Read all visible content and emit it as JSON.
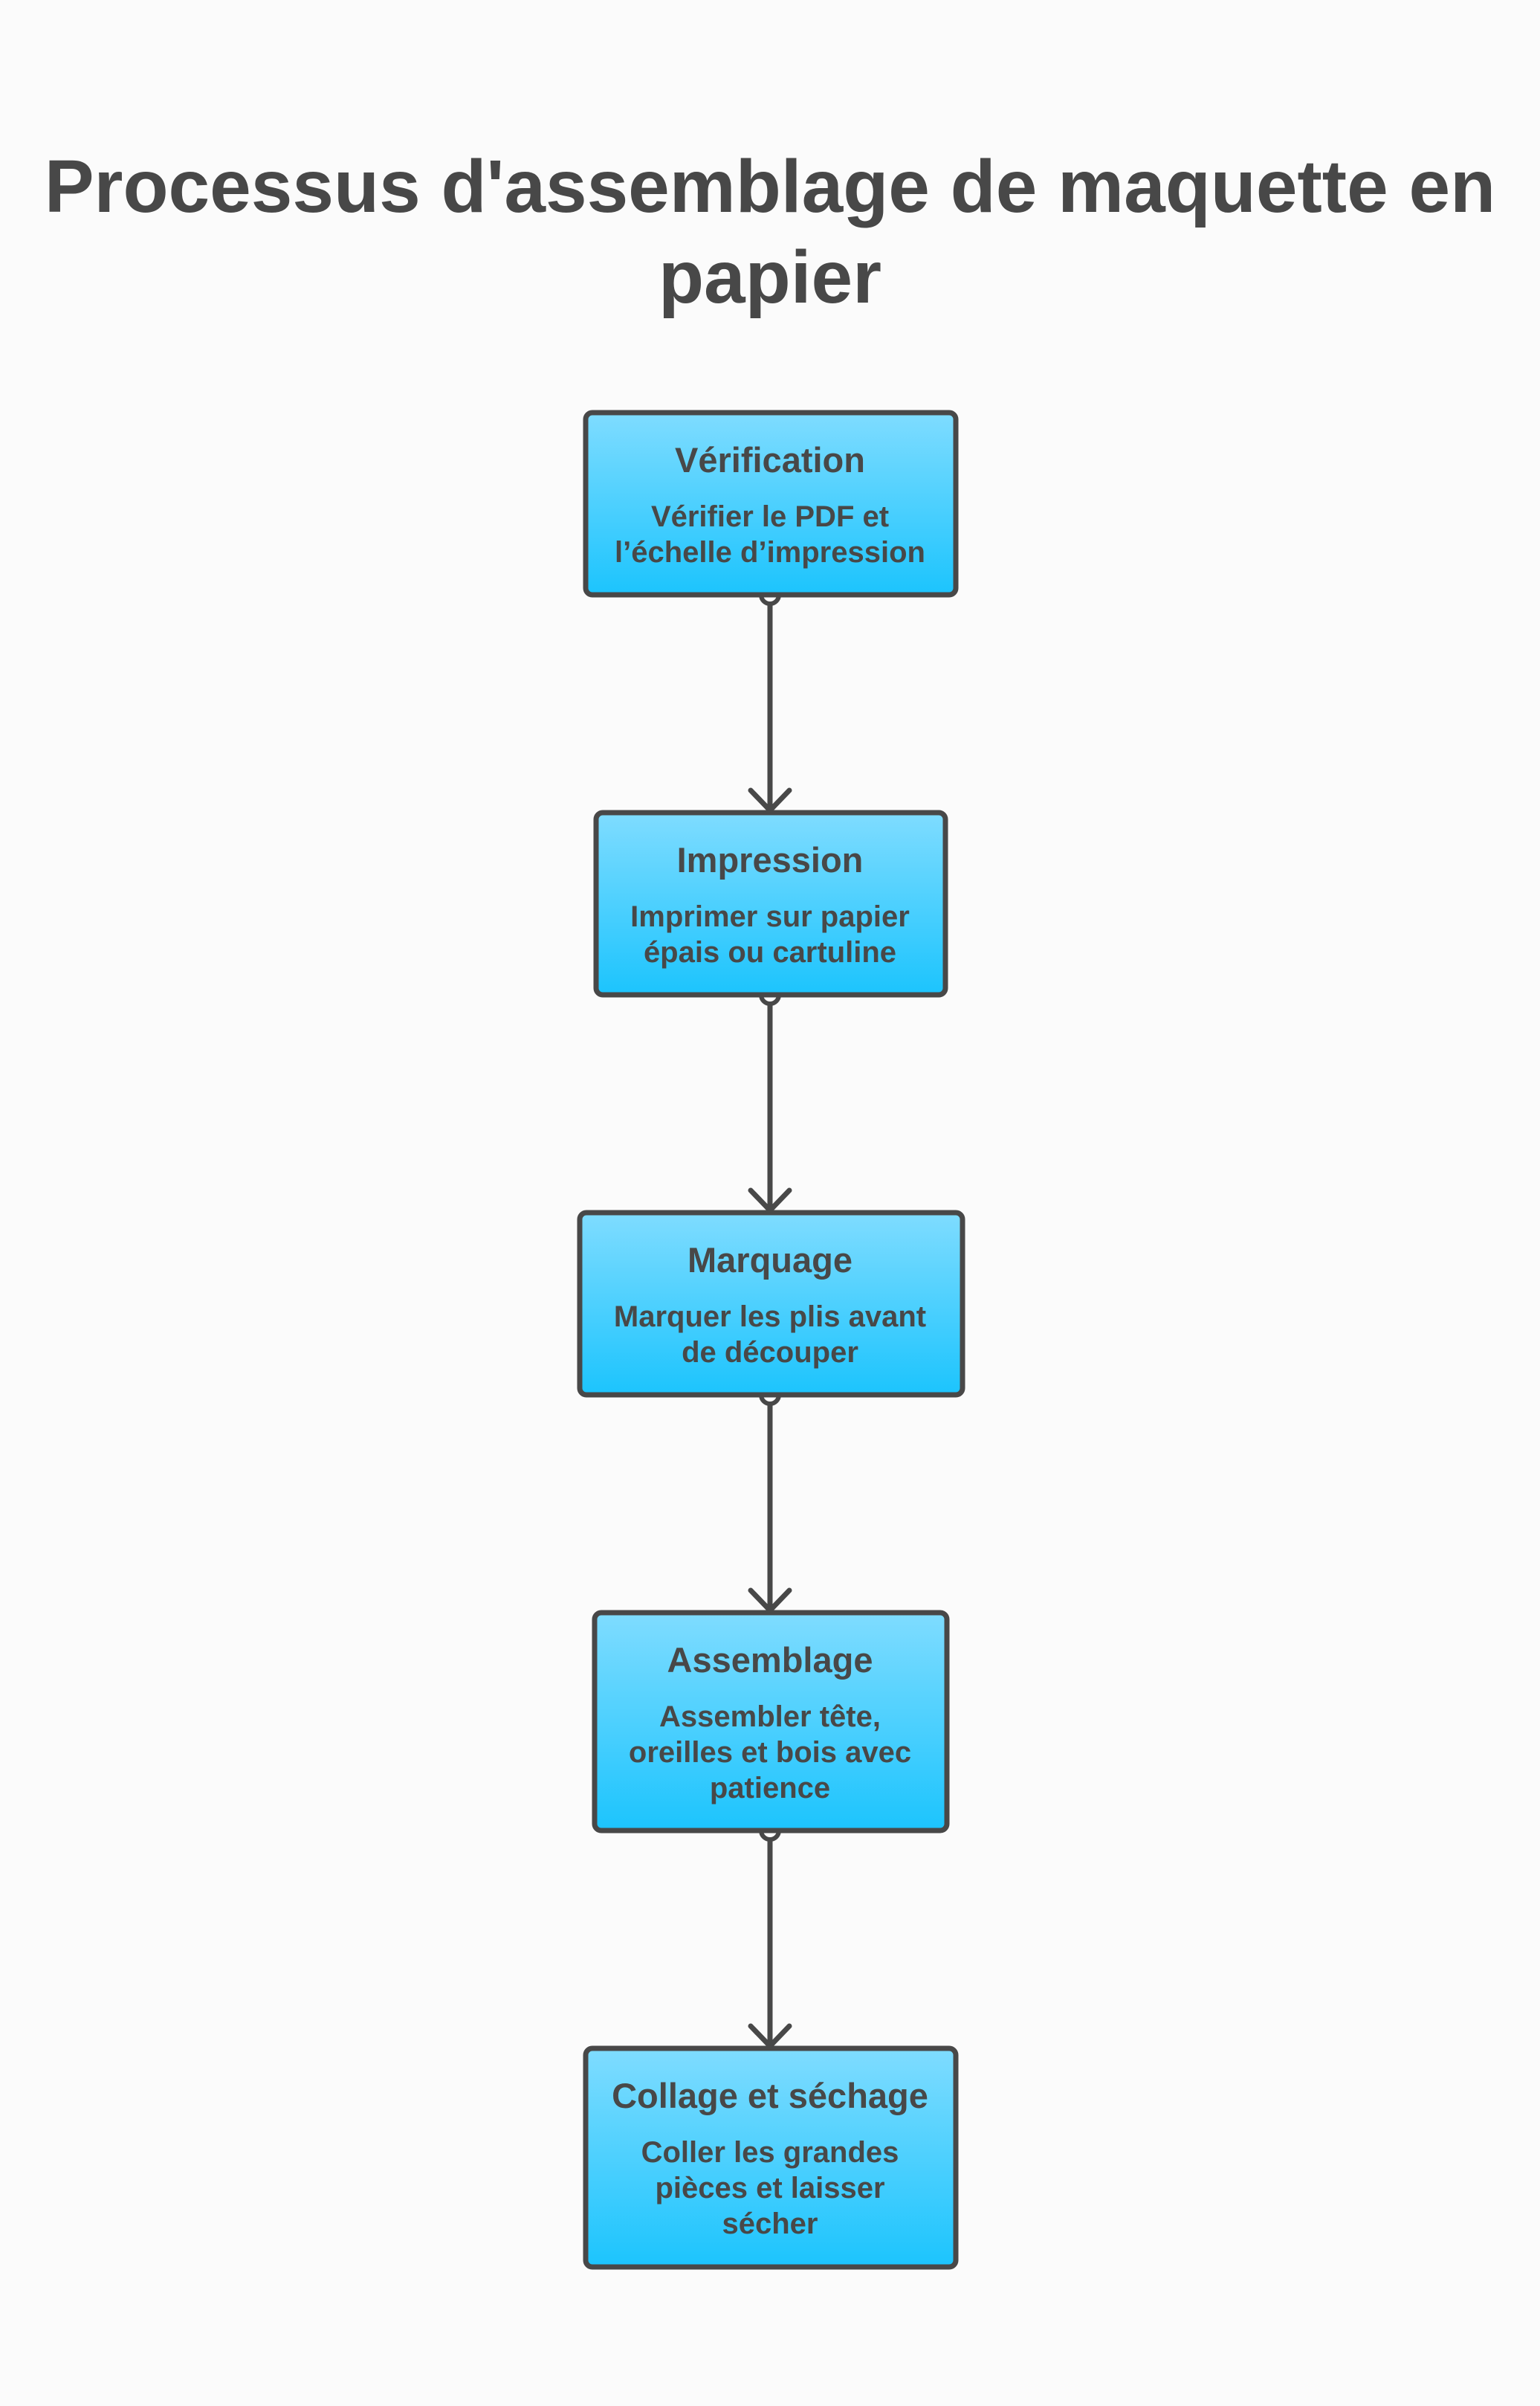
{
  "title": "Processus d'assemblage de maquette en\npapier",
  "colors": {
    "box_top": "#7fdcff",
    "box_bottom": "#1cc4fd",
    "stroke": "#484848",
    "text": "#484848",
    "background": "#fbfbfb"
  },
  "steps": [
    {
      "title": "Vérification",
      "lines": [
        "Vérifier le PDF et",
        "l’échelle d’impression"
      ]
    },
    {
      "title": "Impression",
      "lines": [
        "Imprimer sur papier",
        "épais ou cartuline"
      ]
    },
    {
      "title": "Marquage",
      "lines": [
        "Marquer les plis avant",
        "de découper"
      ]
    },
    {
      "title": "Assemblage",
      "lines": [
        "Assembler tête,",
        "oreilles et bois avec",
        "patience"
      ]
    },
    {
      "title": "Collage et séchage",
      "lines": [
        "Coller les grandes",
        "pièces et laisser",
        "sécher"
      ]
    }
  ]
}
